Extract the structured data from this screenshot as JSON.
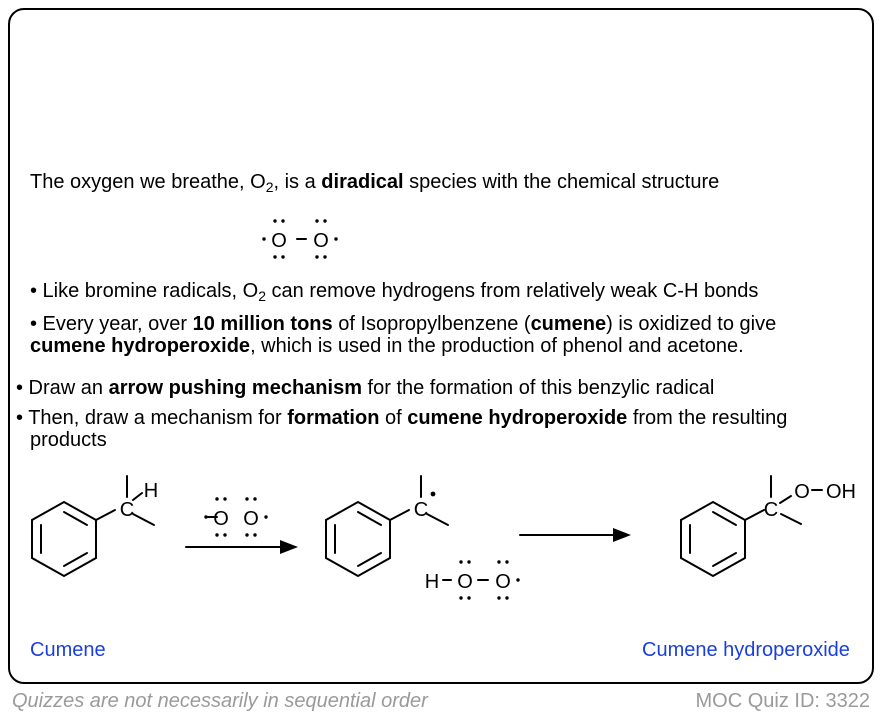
{
  "intro": {
    "a": "The oxygen we breathe, O",
    "sub": "2",
    "b": ", is a ",
    "bold": "diradical",
    "c": " species with the chemical structure"
  },
  "bullet1": {
    "a": "• Like bromine radicals, O",
    "sub": "2",
    "b": " can remove hydrogens from relatively weak C-H bonds"
  },
  "bullet2": {
    "a": "• Every year, over ",
    "bold1": "10 million tons",
    "b": " of Isopropylbenzene (",
    "bold2": "cumene",
    "c": ") is oxidized to give",
    "bold3": "cumene hydroperoxide",
    "d": ", which is used in the production of phenol and acetone."
  },
  "task1": {
    "a": "• Draw an ",
    "bold": "arrow pushing mechanism",
    "b": " for the formation of this benzylic radical"
  },
  "task2": {
    "a": "• Then, draw a mechanism for ",
    "bold1": "formation",
    "b": " of ",
    "bold2": "cumene hydroperoxide",
    "c": " from the resulting",
    "line2": "products"
  },
  "atoms": {
    "O": "O",
    "C": "C",
    "H": "H",
    "OH": "OH"
  },
  "labels": {
    "cumene": "Cumene",
    "product": "Cumene hydroperoxide"
  },
  "footer": {
    "left": "Quizzes are not necessarily in sequential order",
    "right": "MOC Quiz ID: 3322"
  },
  "colors": {
    "label_blue": "#1a3fe0",
    "footer_gray": "#9a9a9a"
  }
}
